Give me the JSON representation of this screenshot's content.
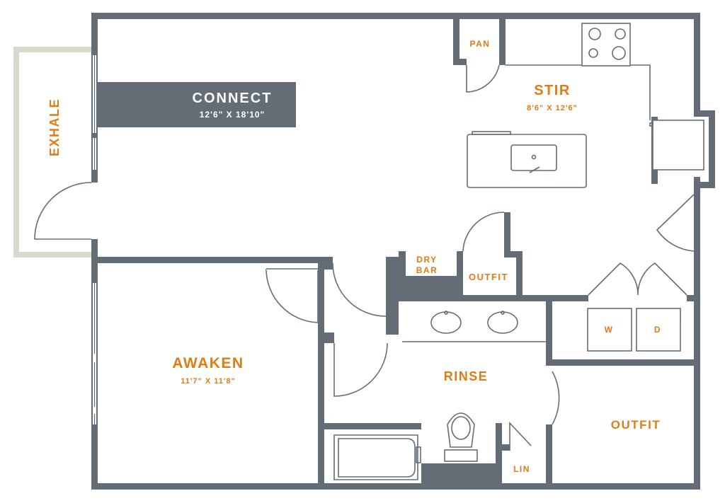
{
  "rooms": {
    "connect": {
      "name": "CONNECT",
      "dims": "12'6\" X 18'10\""
    },
    "stir": {
      "name": "STIR",
      "dims": "8'6\" X 12'6\""
    },
    "awaken": {
      "name": "AWAKEN",
      "dims": "11'7\" X 11'8\""
    },
    "rinse": {
      "name": "RINSE"
    },
    "exhale": {
      "name": "EXHALE"
    },
    "outfit_master": {
      "name": "OUTFIT"
    },
    "outfit_hall": {
      "name": "OUTFIT"
    },
    "pan": {
      "name": "PAN"
    },
    "dry_bar_line1": "DRY",
    "dry_bar_line2": "BAR",
    "lin": {
      "name": "LIN"
    }
  },
  "appliances": {
    "washer": "W",
    "dryer": "D"
  },
  "colors": {
    "wall": "#646d76",
    "label": "#e07b16",
    "balcony": "#d6dccb",
    "banner": "#646d76"
  }
}
